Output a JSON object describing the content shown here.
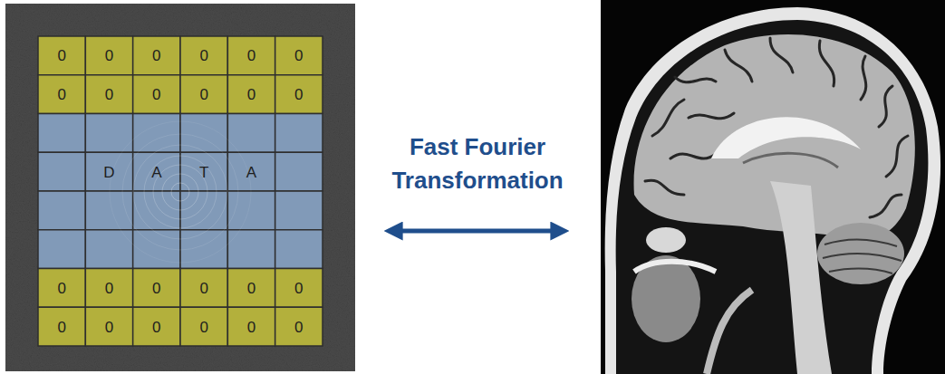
{
  "diagram": {
    "labels": [
      "0",
      "0",
      "0",
      "0",
      "0",
      "0",
      "0",
      "0",
      "0",
      "0",
      "0",
      "0",
      "D",
      "A",
      "T",
      "A",
      "0",
      "0",
      "0",
      "0",
      "0",
      "0",
      "0",
      "0",
      "0",
      "0",
      "0",
      "0",
      "Fast Fourier Transformation"
    ]
  }
}
